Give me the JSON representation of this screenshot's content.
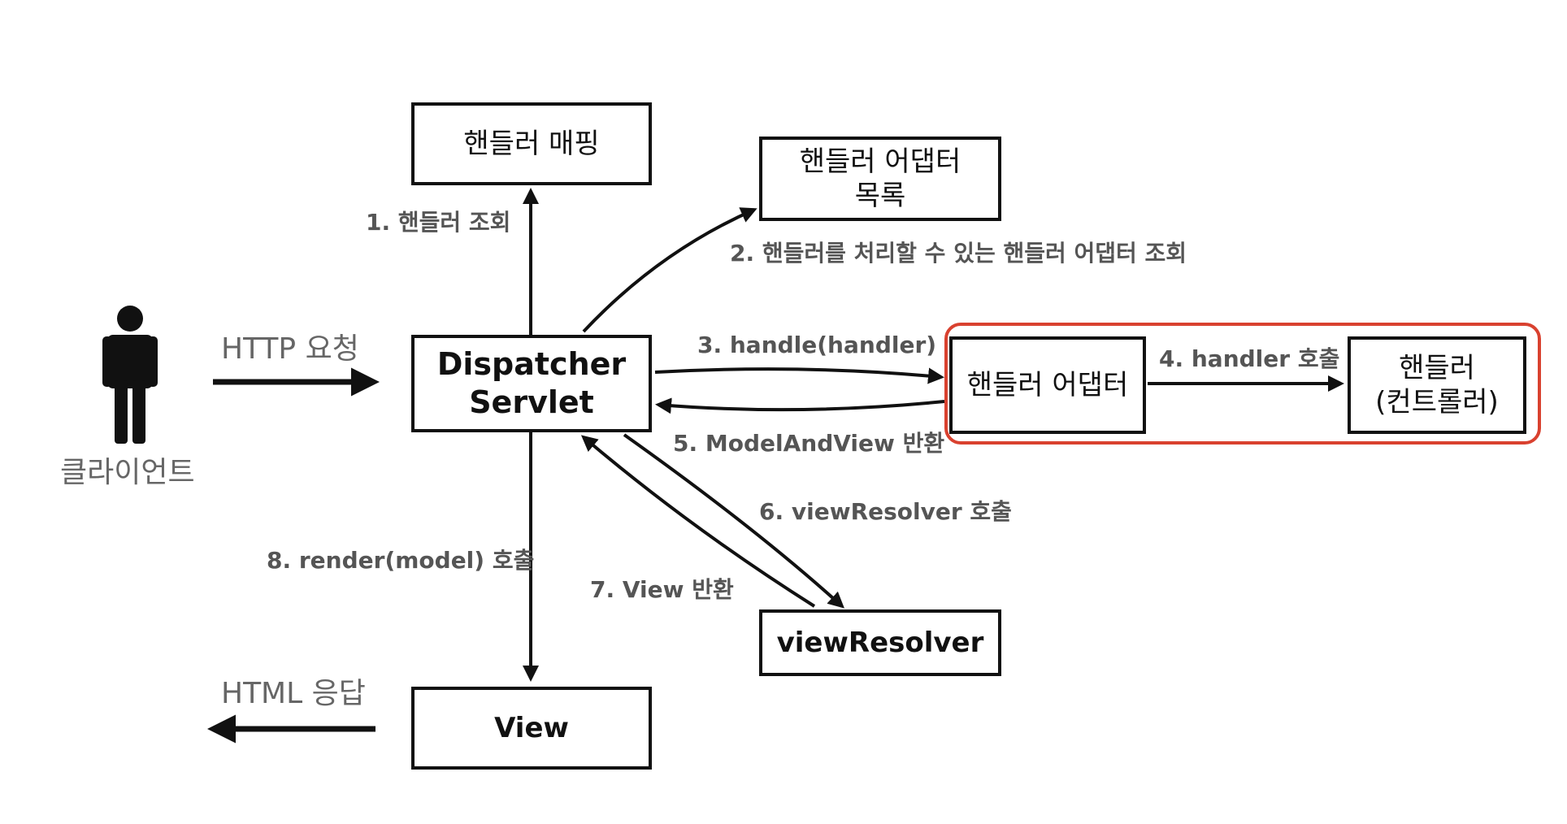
{
  "boxes": {
    "handler_mapping": "핸들러 매핑",
    "adapter_list_line1": "핸들러 어댑터",
    "adapter_list_line2": "목록",
    "dispatcher_line1": "Dispatcher",
    "dispatcher_line2": "Servlet",
    "handler_adapter": "핸들러 어댑터",
    "handler_line1": "핸들러",
    "handler_line2": "(컨트롤러)",
    "view_resolver": "viewResolver",
    "view": "View"
  },
  "labels": {
    "step1": "1. 핸들러 조회",
    "step2": "2. 핸들러를 처리할 수 있는 핸들러 어댑터 조회",
    "step3": "3. handle(handler)",
    "step4": "4. handler 호출",
    "step5": "5. ModelAndView 반환",
    "step6": "6. viewResolver 호출",
    "step7": "7. View 반환",
    "step8": "8. render(model) 호출"
  },
  "client": {
    "label": "클라이언트",
    "request": "HTTP 요청",
    "response": "HTML 응답"
  },
  "colors": {
    "line": "#111111",
    "label": "#555555",
    "highlight": "#d9412f"
  }
}
